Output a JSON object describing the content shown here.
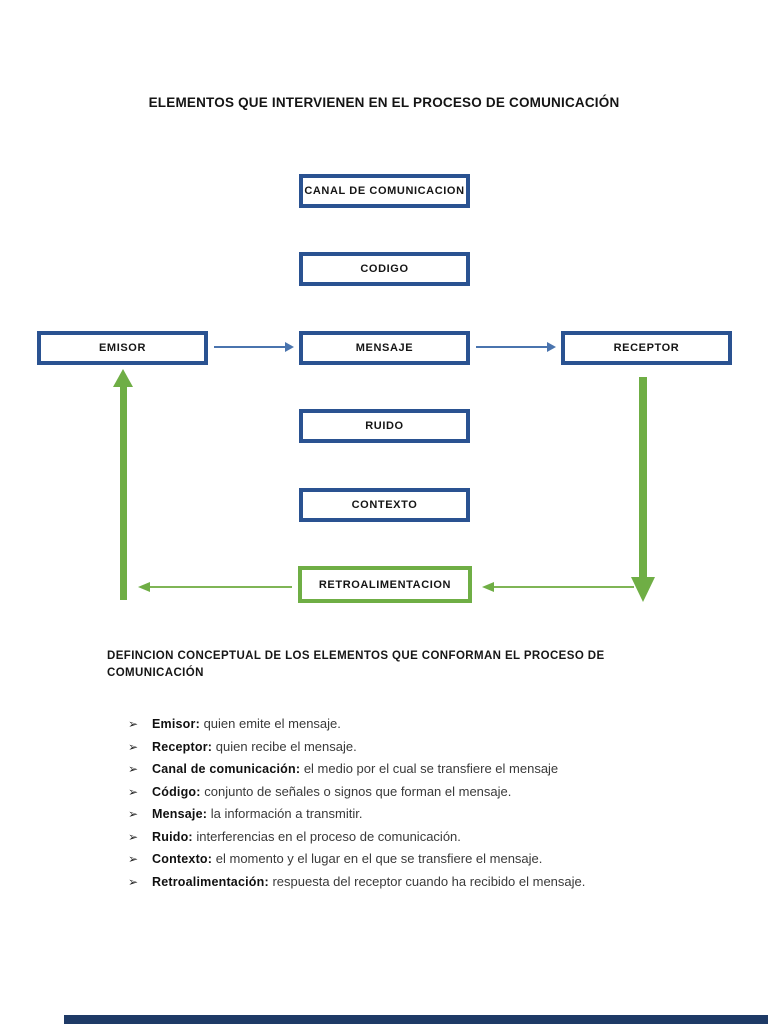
{
  "page": {
    "title": "ELEMENTOS QUE INTERVIENEN EN EL PROCESO DE COMUNICACIÓN"
  },
  "diagram": {
    "boxes": {
      "canal": {
        "label": "CANAL DE COMUNICACION"
      },
      "codigo": {
        "label": "CODIGO"
      },
      "emisor": {
        "label": "EMISOR"
      },
      "mensaje": {
        "label": "MENSAJE"
      },
      "receptor": {
        "label": "RECEPTOR"
      },
      "ruido": {
        "label": "RUIDO"
      },
      "contexto": {
        "label": "CONTEXTO"
      },
      "retroalimentacion": {
        "label": "RETROALIMENTACION"
      }
    },
    "colors": {
      "box_border": "#2a5291",
      "feedback_border": "#6fae45",
      "arrow_blue": "#4a74ae",
      "arrow_green": "#6fae45",
      "arrow_green_light": "#7fb556",
      "bottom_bar": "#1e3a66"
    }
  },
  "definitions": {
    "heading": "DEFINCION CONCEPTUAL DE LOS ELEMENTOS QUE CONFORMAN EL PROCESO DE COMUNICACIÓN",
    "bullet": "➢",
    "items": [
      {
        "term": "Emisor:",
        "description": "quien emite el mensaje."
      },
      {
        "term": "Receptor:",
        "description": "quien recibe el mensaje."
      },
      {
        "term": "Canal de comunicación:",
        "description": "el medio por el cual se transfiere el mensaje"
      },
      {
        "term": "Código:",
        "description": "conjunto de señales o signos que forman el mensaje."
      },
      {
        "term": "Mensaje:",
        "description": "la información a transmitir."
      },
      {
        "term": "Ruido:",
        "description": "interferencias en el proceso de comunicación."
      },
      {
        "term": "Contexto:",
        "description": "el momento y el lugar en el que se transfiere el mensaje."
      },
      {
        "term": "Retroalimentación:",
        "description": "respuesta del receptor cuando ha recibido el mensaje."
      }
    ]
  }
}
